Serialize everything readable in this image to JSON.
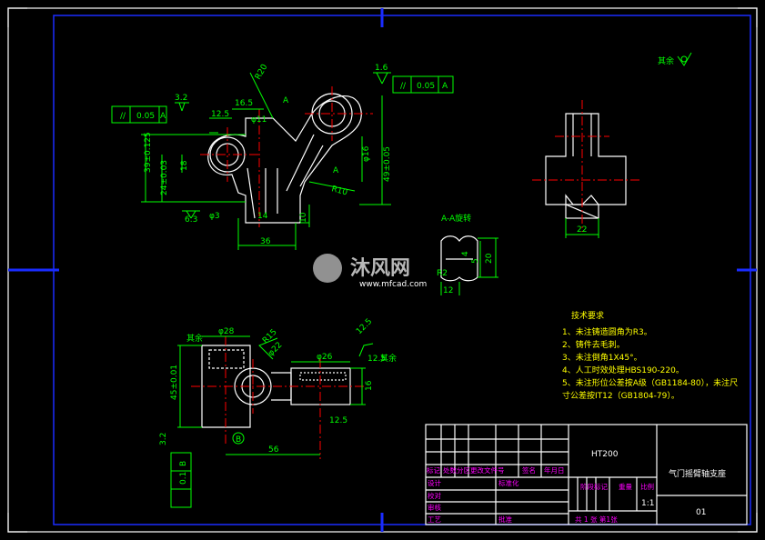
{
  "title_block": {
    "material": "HT200",
    "part_name": "气门摇臂轴支座",
    "drawing_no": "01",
    "scale_value": "1:1",
    "sheet_info": "共 1 张 第1张",
    "headers": [
      "标记",
      "处数",
      "分区",
      "更改文件号",
      "签名",
      "年月日"
    ],
    "row_labels": [
      "设计",
      "校对",
      "审核",
      "工艺"
    ],
    "std_label": "标准化",
    "approve_label": "批准",
    "stage_label": "阶段标记",
    "weight_label": "重量",
    "scale_label": "比例"
  },
  "tech_requirements": {
    "heading": "技术要求",
    "items": [
      "1、未注铸造圆角为R3。",
      "2、铸件去毛刺。",
      "3、未注倒角1X45°。",
      "4、人工时效处理HBS190-220。",
      "5、未注形位公差按A级（GB1184-80），未注尺",
      "寸公差按IT12（GB1804-79）。"
    ]
  },
  "front_view": {
    "dims": [
      "16.5",
      "φ11",
      "12.5",
      "3.2",
      "0.05",
      "A",
      "39±0.125",
      "24±0.03",
      "18",
      "10",
      "6.3",
      "φ3",
      "14",
      "36",
      "R20",
      "R10",
      "1.6",
      "49±0.05",
      "φ16",
      "A",
      "A"
    ]
  },
  "side_view": {
    "dims": [
      "22"
    ]
  },
  "section_view": {
    "label": "A-A旋转",
    "dims": [
      "20",
      "5",
      "4",
      "R2",
      "12"
    ]
  },
  "bottom_view": {
    "dims": [
      "φ28",
      "R15",
      "φ22",
      "φ26",
      "45±0.01",
      "56",
      "12.5",
      "16",
      "3.2",
      "0.1",
      "B",
      "B",
      "12.5",
      "12.5",
      "其余"
    ]
  },
  "roughness_note": "其余",
  "watermark": {
    "brand": "沐风网",
    "url": "www.mfcad.com"
  }
}
